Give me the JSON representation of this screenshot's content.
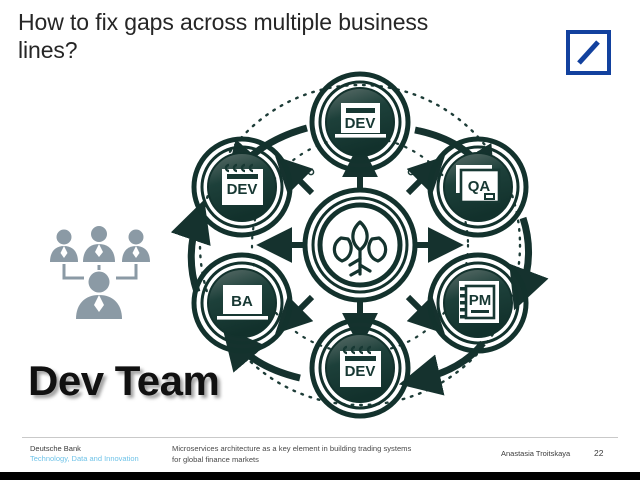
{
  "slide": {
    "title": "How to fix gaps across multiple business lines?",
    "team_label": "Dev Team"
  },
  "logo": {
    "name": "deutsche-bank-logo",
    "color": "#12419e"
  },
  "diagram": {
    "center": {
      "icon": "plant-sprout-icon",
      "label": ""
    },
    "nodes": [
      {
        "id": "dev-top",
        "label": "DEV",
        "icon": "monitor-icon",
        "position": "top"
      },
      {
        "id": "qa",
        "label": "QA",
        "icon": "window-icon",
        "position": "top-right"
      },
      {
        "id": "pm",
        "label": "PM",
        "icon": "notebook-icon",
        "position": "bottom-right"
      },
      {
        "id": "dev-bottom",
        "label": "DEV",
        "icon": "notepad-icon",
        "position": "bottom"
      },
      {
        "id": "ba",
        "label": "BA",
        "icon": "laptop-icon",
        "position": "bottom-left"
      },
      {
        "id": "dev-left",
        "label": "DEV",
        "icon": "notepad-icon",
        "position": "top-left"
      }
    ],
    "colors": {
      "node_fill": "#173833",
      "node_ring": "#13322d",
      "arrow": "#15322e",
      "dotted": "#1d3c37"
    }
  },
  "people_icon": {
    "name": "org-chart-people-icon",
    "color": "#8b9aa5"
  },
  "footer": {
    "company": "Deutsche Bank",
    "division": "Technology, Data and Innovation",
    "subject": "Microservices architecture as a key element in building trading systems for global finance markets",
    "author": "Anastasia Troitskaya",
    "page": "22"
  }
}
